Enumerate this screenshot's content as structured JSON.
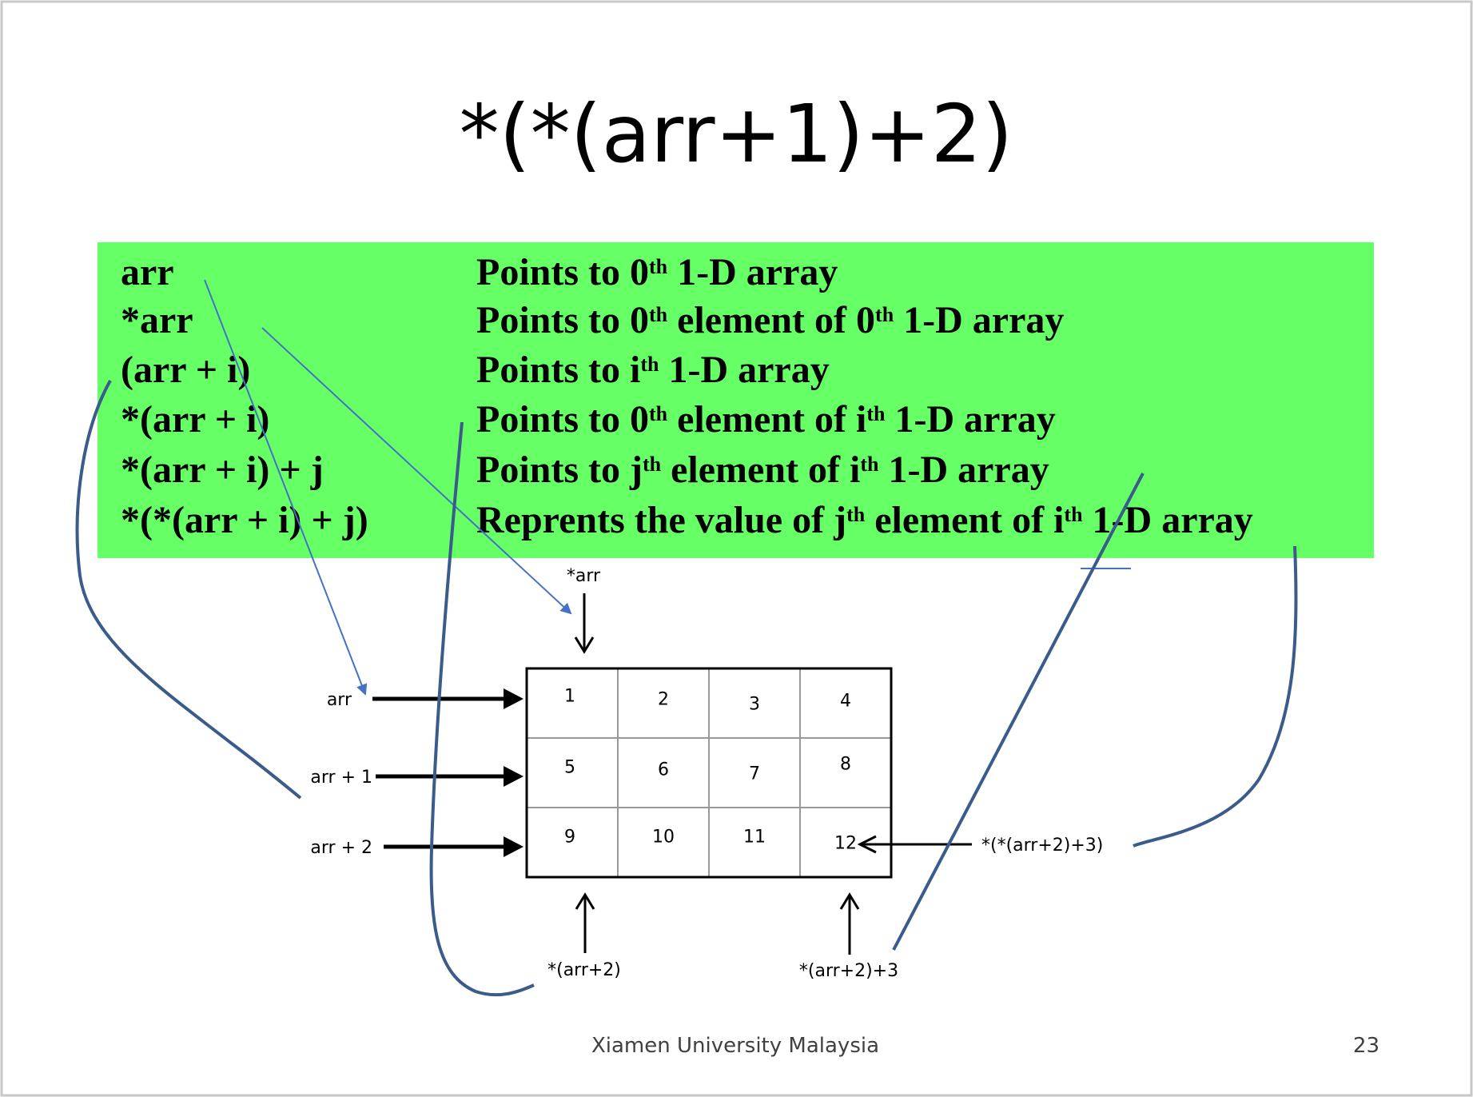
{
  "slide": {
    "title": "*(*(arr+1)+2)",
    "footer": "Xiamen University Malaysia",
    "page_number": "23"
  },
  "colors": {
    "panel_bg": "#66ff66",
    "annotation_ink": "#3b5b8a",
    "thin_arrow": "#4472c4",
    "grid_line": "#999999",
    "text": "#000000"
  },
  "table": {
    "rows": [
      {
        "expr": "arr",
        "desc": [
          {
            "t": "Points to 0"
          },
          {
            "t": "th",
            "sup": true
          },
          {
            "t": " 1-D array"
          }
        ]
      },
      {
        "expr": "*arr",
        "desc": [
          {
            "t": "Points to 0"
          },
          {
            "t": "th",
            "sup": true
          },
          {
            "t": " element of 0"
          },
          {
            "t": "th",
            "sup": true
          },
          {
            "t": " 1-D array"
          }
        ]
      },
      {
        "expr": "(arr + i)",
        "desc": [
          {
            "t": "Points to i"
          },
          {
            "t": "th",
            "sup": true
          },
          {
            "t": " 1-D array"
          }
        ]
      },
      {
        "expr": "*(arr + i)",
        "desc": [
          {
            "t": "Points to 0"
          },
          {
            "t": "th",
            "sup": true
          },
          {
            "t": " element of i"
          },
          {
            "t": "th",
            "sup": true
          },
          {
            "t": " 1-D array"
          }
        ]
      },
      {
        "expr": "*(arr + i) + j",
        "desc": [
          {
            "t": "Points to j"
          },
          {
            "t": "th",
            "sup": true
          },
          {
            "t": " element of i"
          },
          {
            "t": "th",
            "sup": true
          },
          {
            "t": " 1-D array"
          }
        ]
      },
      {
        "expr": "*(*(arr + i) + j)",
        "desc": [
          {
            "t": "Reprents the value of j"
          },
          {
            "t": "th",
            "sup": true
          },
          {
            "t": " element of i"
          },
          {
            "t": "th",
            "sup": true
          },
          {
            "t": " 1-D array"
          }
        ]
      }
    ]
  },
  "diagram": {
    "grid": [
      [
        "1",
        "2",
        "3",
        "4"
      ],
      [
        "5",
        "6",
        "7",
        "8"
      ],
      [
        "9",
        "10",
        "11",
        "12"
      ]
    ],
    "row_pointers": [
      "arr",
      "arr + 1",
      "arr + 2"
    ],
    "top_pointer": "*arr",
    "bottom_pointers": [
      "*(arr+2)",
      "*(arr+2)+3"
    ],
    "value_label": "*(*(arr+2)+3)"
  }
}
